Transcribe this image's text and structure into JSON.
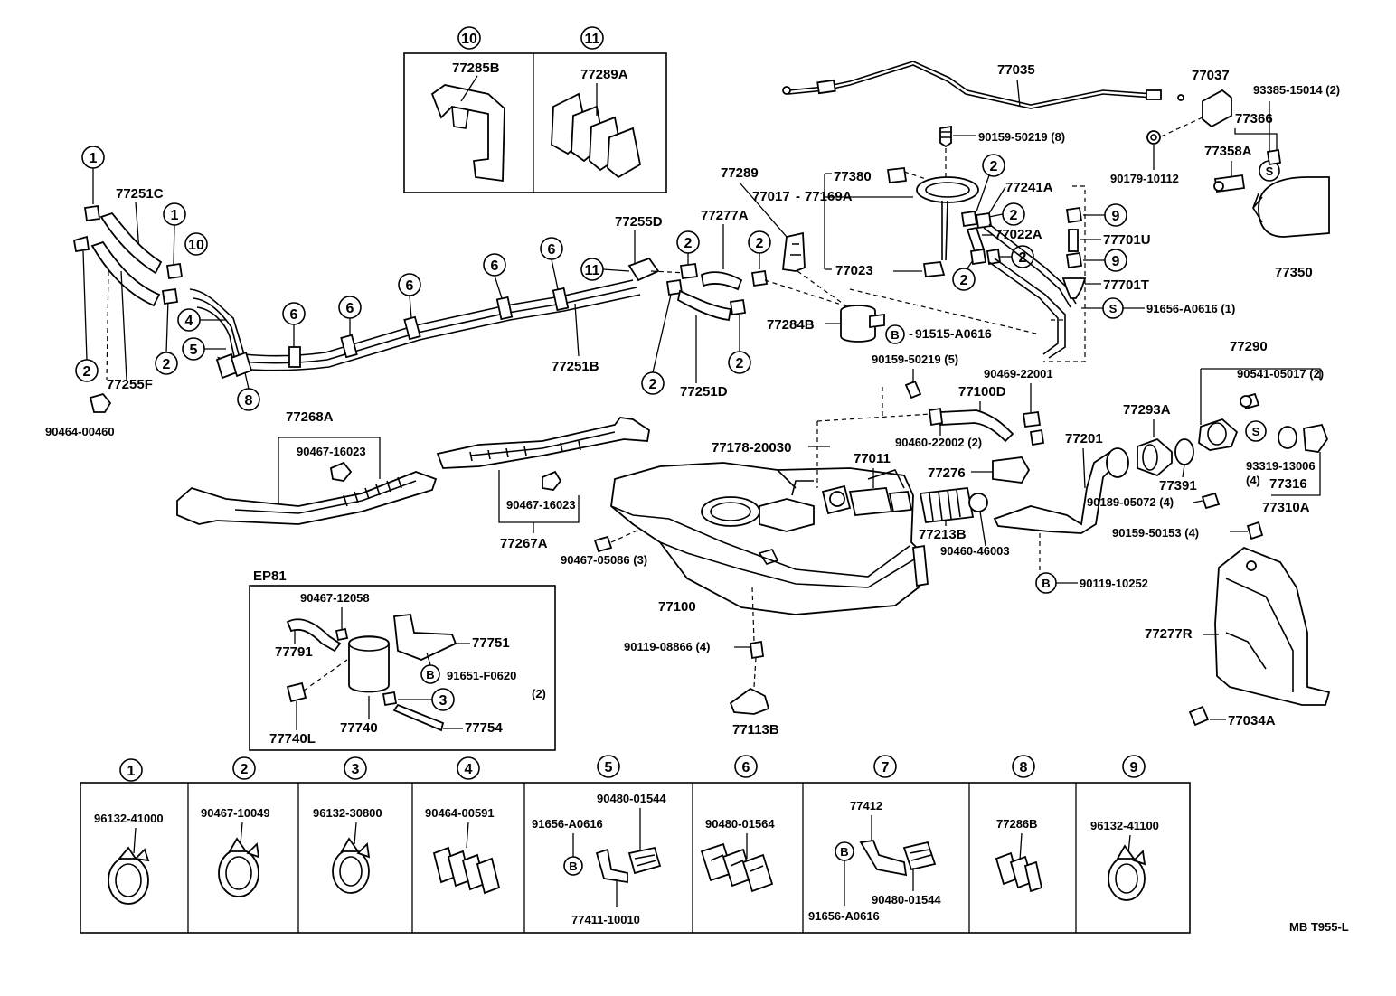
{
  "diagram_id": "MB T955-L",
  "engine_box_label": "EP81",
  "parts": [
    {
      "id": "p77035",
      "label": "77035"
    },
    {
      "id": "p77037",
      "label": "77037"
    },
    {
      "id": "p93385",
      "label": "93385-15014 (2)"
    },
    {
      "id": "p77366",
      "label": "77366"
    },
    {
      "id": "p77358A",
      "label": "77358A"
    },
    {
      "id": "p90179",
      "label": "90179-10112"
    },
    {
      "id": "p77350",
      "label": "77350"
    },
    {
      "id": "p90159_50219_8",
      "label": "90159-50219 (8)"
    },
    {
      "id": "p77380",
      "label": "77380"
    },
    {
      "id": "p77017",
      "label": "77017"
    },
    {
      "id": "p77169A",
      "label": "77169A"
    },
    {
      "id": "p77241A",
      "label": "77241A"
    },
    {
      "id": "p77022A",
      "label": "77022A"
    },
    {
      "id": "p77023",
      "label": "77023"
    },
    {
      "id": "p77701U",
      "label": "77701U"
    },
    {
      "id": "p77701T",
      "label": "77701T"
    },
    {
      "id": "p91656_A0616_1",
      "label": "91656-A0616 (1)"
    },
    {
      "id": "p77289",
      "label": "77289"
    },
    {
      "id": "p77277A",
      "label": "77277A"
    },
    {
      "id": "p77255D",
      "label": "77255D"
    },
    {
      "id": "p77284B",
      "label": "77284B"
    },
    {
      "id": "p91515",
      "label": "91515-A0616"
    },
    {
      "id": "p77285B",
      "label": "77285B"
    },
    {
      "id": "p77289A",
      "label": "77289A"
    },
    {
      "id": "p77251C",
      "label": "77251C"
    },
    {
      "id": "p77255F",
      "label": "77255F"
    },
    {
      "id": "p90464_00460",
      "label": "90464-00460"
    },
    {
      "id": "p77251B",
      "label": "77251B"
    },
    {
      "id": "p77251D",
      "label": "77251D"
    },
    {
      "id": "p90159_50219_5",
      "label": "90159-50219 (5)"
    },
    {
      "id": "p90469",
      "label": "90469-22001"
    },
    {
      "id": "p77100D",
      "label": "77100D"
    },
    {
      "id": "p90460_22002",
      "label": "90460-22002 (2)"
    },
    {
      "id": "p77290",
      "label": "77290"
    },
    {
      "id": "p90541",
      "label": "90541-05017 (2)"
    },
    {
      "id": "p77293A",
      "label": "77293A"
    },
    {
      "id": "p77201",
      "label": "77201"
    },
    {
      "id": "p77391",
      "label": "77391"
    },
    {
      "id": "p93319_a",
      "label": "93319-13006"
    },
    {
      "id": "p93319_b",
      "label": "(4)"
    },
    {
      "id": "p77316",
      "label": "77316"
    },
    {
      "id": "p77310A",
      "label": "77310A"
    },
    {
      "id": "p90189",
      "label": "90189-05072 (4)"
    },
    {
      "id": "p90159_50153",
      "label": "90159-50153 (4)"
    },
    {
      "id": "p90119_10252",
      "label": "90119-10252"
    },
    {
      "id": "p77178",
      "label": "77178-20030"
    },
    {
      "id": "p77011",
      "label": "77011"
    },
    {
      "id": "p77276",
      "label": "77276"
    },
    {
      "id": "p77213B",
      "label": "77213B"
    },
    {
      "id": "p90460_46003",
      "label": "90460-46003"
    },
    {
      "id": "p77268A",
      "label": "77268A"
    },
    {
      "id": "p90467_16023_a",
      "label": "90467-16023"
    },
    {
      "id": "p90467_16023_b",
      "label": "90467-16023"
    },
    {
      "id": "p77267A",
      "label": "77267A"
    },
    {
      "id": "p90467_05086",
      "label": "90467-05086 (3)"
    },
    {
      "id": "p77100",
      "label": "77100"
    },
    {
      "id": "p90119_08866",
      "label": "90119-08866 (4)"
    },
    {
      "id": "p77113B",
      "label": "77113B"
    },
    {
      "id": "p77277R",
      "label": "77277R"
    },
    {
      "id": "p77034A",
      "label": "77034A"
    },
    {
      "id": "p90467_12058",
      "label": "90467-12058"
    },
    {
      "id": "p77791",
      "label": "77791"
    },
    {
      "id": "p77751",
      "label": "77751"
    },
    {
      "id": "p91651",
      "label": "91651-F0620"
    },
    {
      "id": "p91651_q",
      "label": "(2)"
    },
    {
      "id": "p77740L",
      "label": "77740L"
    },
    {
      "id": "p77740",
      "label": "77740"
    },
    {
      "id": "p77754",
      "label": "77754"
    }
  ],
  "callouts": [
    {
      "id": "c_a",
      "label": "1"
    },
    {
      "id": "c_b",
      "label": "1"
    },
    {
      "id": "c_c",
      "label": "10"
    },
    {
      "id": "c_d",
      "label": "4"
    },
    {
      "id": "c_e",
      "label": "5"
    },
    {
      "id": "c_f",
      "label": "8"
    },
    {
      "id": "c_g",
      "label": "2"
    },
    {
      "id": "c_h",
      "label": "2"
    },
    {
      "id": "c_i",
      "label": "6"
    },
    {
      "id": "c_j",
      "label": "6"
    },
    {
      "id": "c_k",
      "label": "6"
    },
    {
      "id": "c_l",
      "label": "6"
    },
    {
      "id": "c_m",
      "label": "6"
    },
    {
      "id": "c_n",
      "label": "11"
    },
    {
      "id": "c_o",
      "label": "2"
    },
    {
      "id": "c_p",
      "label": "2"
    },
    {
      "id": "c_q",
      "label": "2"
    },
    {
      "id": "c_r",
      "label": "2"
    },
    {
      "id": "c_s",
      "label": "2"
    },
    {
      "id": "c_t",
      "label": "2"
    },
    {
      "id": "c_u",
      "label": "2"
    },
    {
      "id": "c_v",
      "label": "2"
    },
    {
      "id": "c_w",
      "label": "9"
    },
    {
      "id": "c_x",
      "label": "9"
    },
    {
      "id": "c_y",
      "label": "3"
    },
    {
      "id": "c_z",
      "label": "10"
    },
    {
      "id": "c_aa",
      "label": "11"
    }
  ],
  "symbols": [
    {
      "id": "s_s1",
      "label": "S"
    },
    {
      "id": "s_s2",
      "label": "S"
    },
    {
      "id": "s_s3",
      "label": "S"
    },
    {
      "id": "s_b1",
      "label": "B"
    },
    {
      "id": "s_b2",
      "label": "B"
    },
    {
      "id": "s_b3",
      "label": "B"
    },
    {
      "id": "s_b4",
      "label": "B"
    },
    {
      "id": "s_b5",
      "label": "B"
    }
  ],
  "legend": [
    {
      "num": "1",
      "parts": [
        "96132-41000"
      ]
    },
    {
      "num": "2",
      "parts": [
        "90467-10049"
      ]
    },
    {
      "num": "3",
      "parts": [
        "96132-30800"
      ]
    },
    {
      "num": "4",
      "parts": [
        "90464-00591"
      ]
    },
    {
      "num": "5",
      "parts": [
        "90480-01544",
        "91656-A0616",
        "77411-10010"
      ]
    },
    {
      "num": "6",
      "parts": [
        "90480-01564"
      ]
    },
    {
      "num": "7",
      "parts": [
        "77412",
        "90480-01544",
        "91656-A0616"
      ]
    },
    {
      "num": "8",
      "parts": [
        "77286B"
      ]
    },
    {
      "num": "9",
      "parts": [
        "96132-41100"
      ]
    }
  ]
}
